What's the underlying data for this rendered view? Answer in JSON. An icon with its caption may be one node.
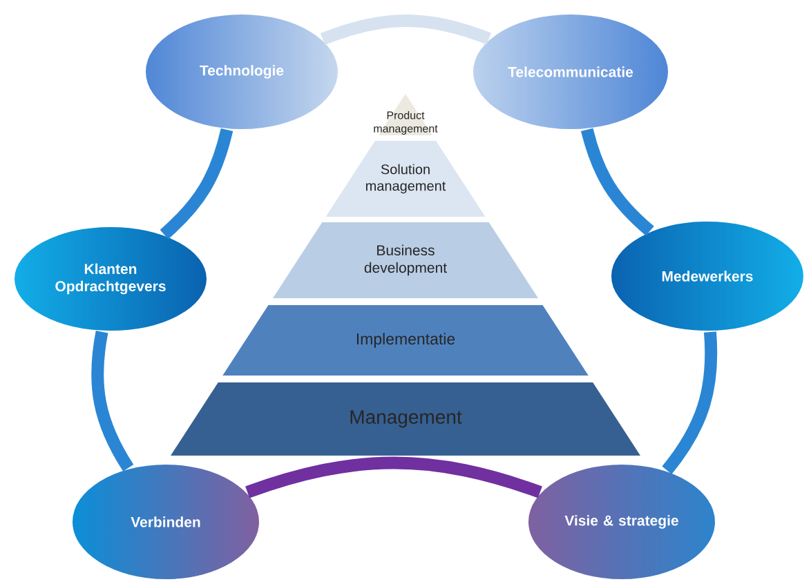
{
  "diagram": {
    "nodes": [
      {
        "text": [
          "Technologie"
        ]
      },
      {
        "text": [
          "Telecommunicatie"
        ]
      },
      {
        "text": [
          "Klanten Opdrachtgevers"
        ]
      },
      {
        "text": [
          "Medewerkers"
        ]
      },
      {
        "text": [
          "Verbinden"
        ]
      },
      {
        "text": [
          "Visie & strategie"
        ]
      },
      {
        "text": [
          "Product management"
        ]
      },
      {
        "text": [
          "Solution management"
        ]
      },
      {
        "text": [
          "Business development"
        ]
      },
      {
        "text": [
          "Implementatie"
        ]
      },
      {
        "text": [
          "Management"
        ]
      }
    ],
    "edges": [
      {
        "from": 0,
        "to": 1,
        "arrow": "none",
        "color": "#d6e2f0"
      },
      {
        "from": 0,
        "to": 2,
        "arrow": "none"
      },
      {
        "from": 1,
        "to": 3,
        "arrow": "none"
      },
      {
        "from": 2,
        "to": 4,
        "arrow": "none"
      },
      {
        "from": 3,
        "to": 5,
        "arrow": "none"
      },
      {
        "from": 4,
        "to": 5,
        "arrow": "none",
        "color": "#7030a0"
      }
    ]
  }
}
